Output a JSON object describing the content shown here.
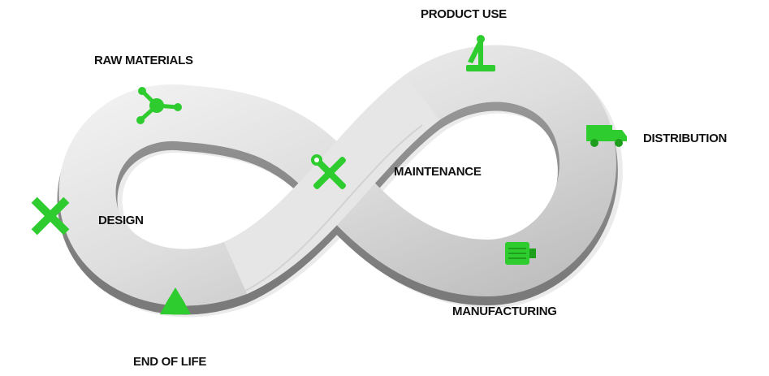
{
  "labels": {
    "raw_materials": "RAW MATERIALS",
    "product_use": "PRODUCT USE",
    "distribution": "DISTRIBUTION",
    "maintenance": "MAINTENANCE",
    "design": "DESIGN",
    "manufacturing": "MANUFACTURING",
    "end_of_life": "END OF LIFE"
  },
  "colors": {
    "icon_green": "#2ecc2e",
    "icon_green_dark": "#1d9e1d",
    "band_light": "#eeeeee",
    "band_mid": "#cfcfcf",
    "label_text": "#111111"
  },
  "icons": [
    "molecule-icon",
    "microscope-icon",
    "truck-icon",
    "wrench-screwdriver-icon",
    "ruler-pencil-icon",
    "motor-icon",
    "recycle-icon"
  ]
}
